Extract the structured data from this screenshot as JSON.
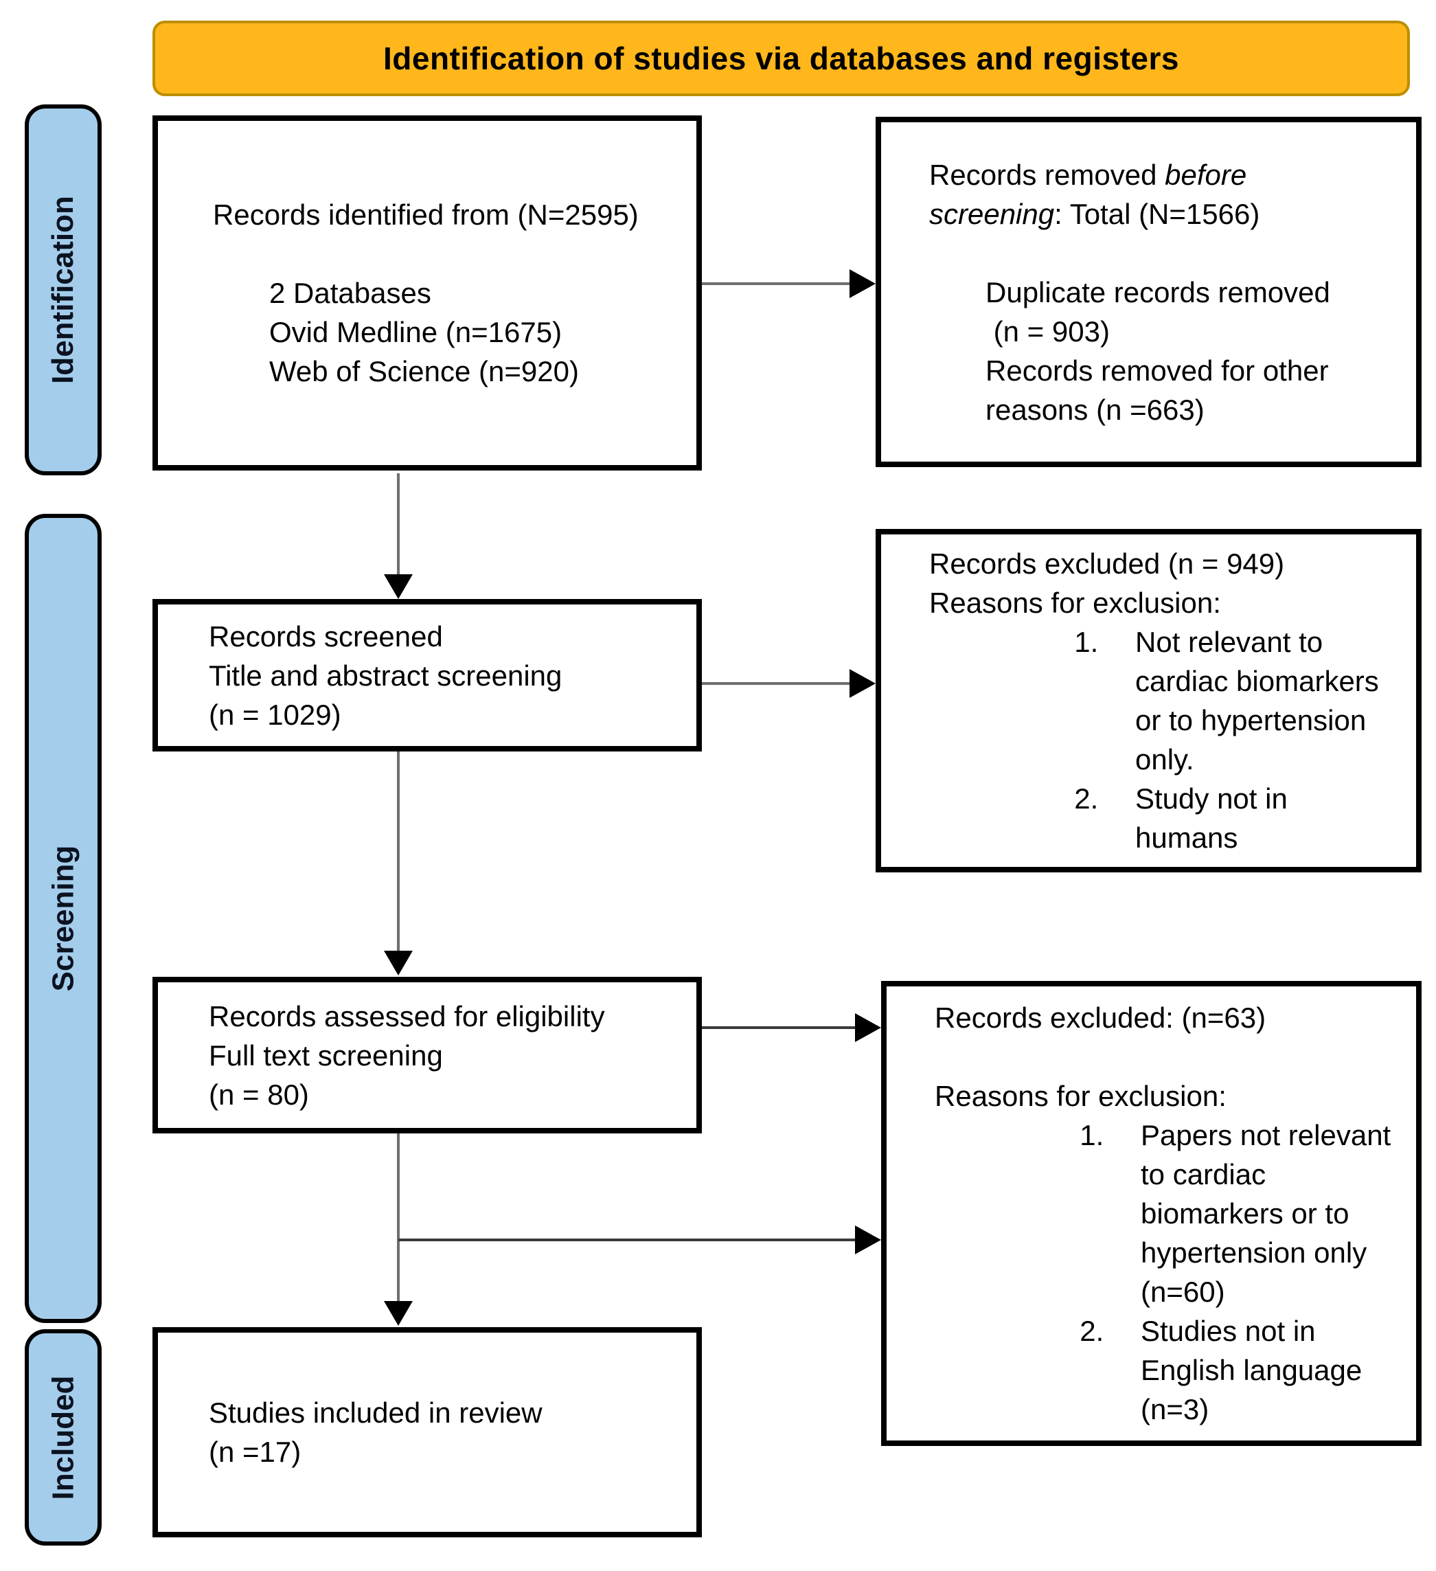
{
  "header": {
    "title": "Identification of studies via databases and registers"
  },
  "stages": [
    {
      "label": "Identification"
    },
    {
      "label": "Screening"
    },
    {
      "label": "Included"
    }
  ],
  "boxes": {
    "identified": {
      "title": "Records identified from (N=2595)",
      "details": [
        "2 Databases",
        "Ovid Medline (n=1675)",
        "Web of Science (n=920)"
      ]
    },
    "removed_before": {
      "title_part1": "Records removed ",
      "title_italic": "before screening",
      "title_part2": ": Total (N=1566)",
      "details": [
        "Duplicate records removed",
        " (n = 903)",
        "Records removed for other reasons (n =663)"
      ]
    },
    "screened": {
      "lines": [
        "Records screened",
        "Title and abstract screening",
        "(n = 1029)"
      ]
    },
    "excluded_screening": {
      "title": "Records excluded (n = 949)",
      "reasons_label": "Reasons for exclusion:",
      "reasons": [
        "Not relevant to cardiac biomarkers or to hypertension only.",
        "Study not in humans"
      ]
    },
    "assessed": {
      "lines": [
        "Records assessed for eligibility",
        "Full text screening",
        "(n = 80)"
      ]
    },
    "excluded_fulltext": {
      "title": "Records excluded: (n=63)",
      "reasons_label": "Reasons for exclusion:",
      "reasons": [
        "Papers not relevant to cardiac biomarkers or to hypertension only (n=60)",
        "Studies not in English language (n=3)"
      ]
    },
    "included": {
      "title": "Studies included in review",
      "count": "(n =17)"
    }
  },
  "colors": {
    "header_bg": "#FFB71B",
    "header_border": "#BD8E00",
    "stage_fill": "#A4CDEB",
    "stage_border": "#000000",
    "box_border": "#000000",
    "arrow_line": "#6E6E6E",
    "arrow_head": "#000000"
  }
}
